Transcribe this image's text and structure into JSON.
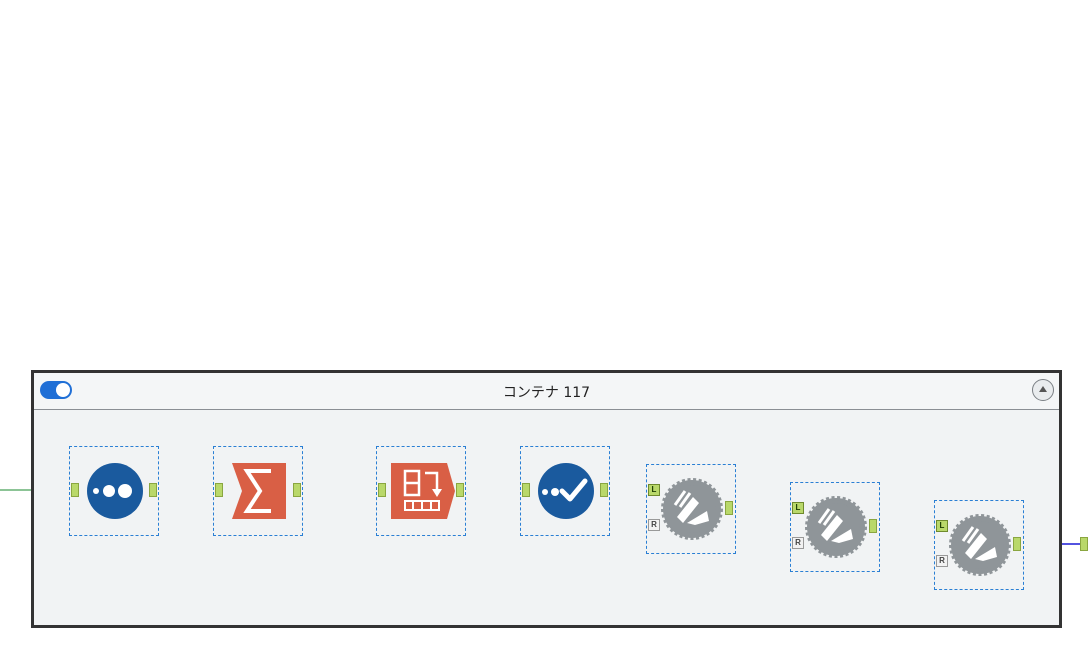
{
  "container": {
    "title": "コンテナ 117",
    "enabled": true
  },
  "anchors": {
    "left_label": "L",
    "right_label": "R"
  },
  "tools": [
    {
      "id": "tool-1",
      "icon": "sample-icon",
      "color": "#1a5a9e"
    },
    {
      "id": "tool-2",
      "icon": "summarize-sigma-icon",
      "color": "#d95f45"
    },
    {
      "id": "tool-3",
      "icon": "transpose-icon",
      "color": "#d95f45"
    },
    {
      "id": "tool-4",
      "icon": "select-records-icon",
      "color": "#1a5a9e"
    },
    {
      "id": "tool-5",
      "icon": "macro-icon",
      "color": "#8f9599"
    },
    {
      "id": "tool-6",
      "icon": "macro-icon",
      "color": "#8f9599"
    },
    {
      "id": "tool-7",
      "icon": "macro-icon",
      "color": "#8f9599"
    }
  ],
  "colors": {
    "connection_green": "#1a8a2e",
    "connection_blue": "#1a1ad6",
    "anchor": "#b9d86a"
  }
}
